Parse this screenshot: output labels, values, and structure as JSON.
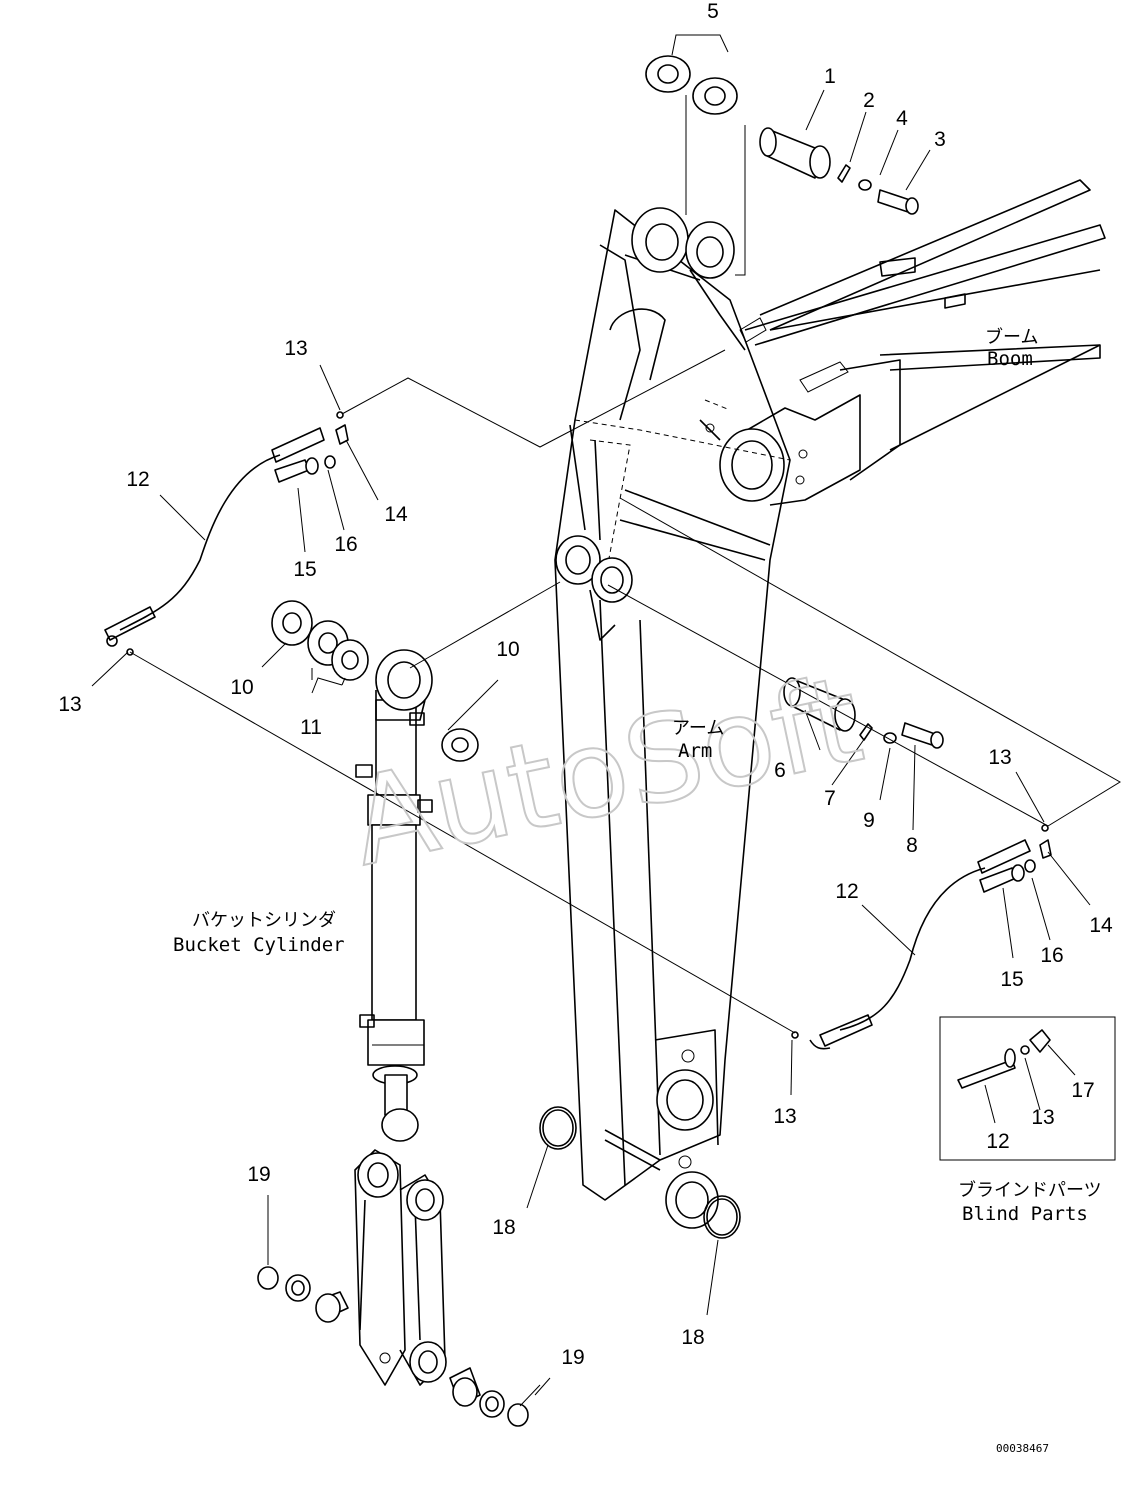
{
  "callouts": [
    {
      "id": "c1",
      "text": "1"
    },
    {
      "id": "c2",
      "text": "2"
    },
    {
      "id": "c3",
      "text": "3"
    },
    {
      "id": "c4",
      "text": "4"
    },
    {
      "id": "c5",
      "text": "5"
    },
    {
      "id": "c6",
      "text": "6"
    },
    {
      "id": "c7",
      "text": "7"
    },
    {
      "id": "c8",
      "text": "8"
    },
    {
      "id": "c9",
      "text": "9"
    },
    {
      "id": "c10a",
      "text": "10"
    },
    {
      "id": "c10b",
      "text": "10"
    },
    {
      "id": "c11",
      "text": "11"
    },
    {
      "id": "c12a",
      "text": "12"
    },
    {
      "id": "c12b",
      "text": "12"
    },
    {
      "id": "c12c",
      "text": "12"
    },
    {
      "id": "c13a",
      "text": "13"
    },
    {
      "id": "c13b",
      "text": "13"
    },
    {
      "id": "c13c",
      "text": "13"
    },
    {
      "id": "c13d",
      "text": "13"
    },
    {
      "id": "c13e",
      "text": "13"
    },
    {
      "id": "c14a",
      "text": "14"
    },
    {
      "id": "c14b",
      "text": "14"
    },
    {
      "id": "c15a",
      "text": "15"
    },
    {
      "id": "c15b",
      "text": "15"
    },
    {
      "id": "c16a",
      "text": "16"
    },
    {
      "id": "c16b",
      "text": "16"
    },
    {
      "id": "c17",
      "text": "17"
    },
    {
      "id": "c18a",
      "text": "18"
    },
    {
      "id": "c18b",
      "text": "18"
    },
    {
      "id": "c19a",
      "text": "19"
    },
    {
      "id": "c19b",
      "text": "19"
    }
  ],
  "labels": {
    "boom_jp": "ブーム",
    "boom_en": "Boom",
    "arm_jp": "アーム",
    "arm_en": "Arm",
    "bucket_cylinder_jp": "バケットシリンダ",
    "bucket_cylinder_en": "Bucket Cylinder",
    "blind_parts_jp": "ブラインドパーツ",
    "blind_parts_en": "Blind Parts"
  },
  "watermark": "AutoSoft",
  "drawing_code": "00038467"
}
